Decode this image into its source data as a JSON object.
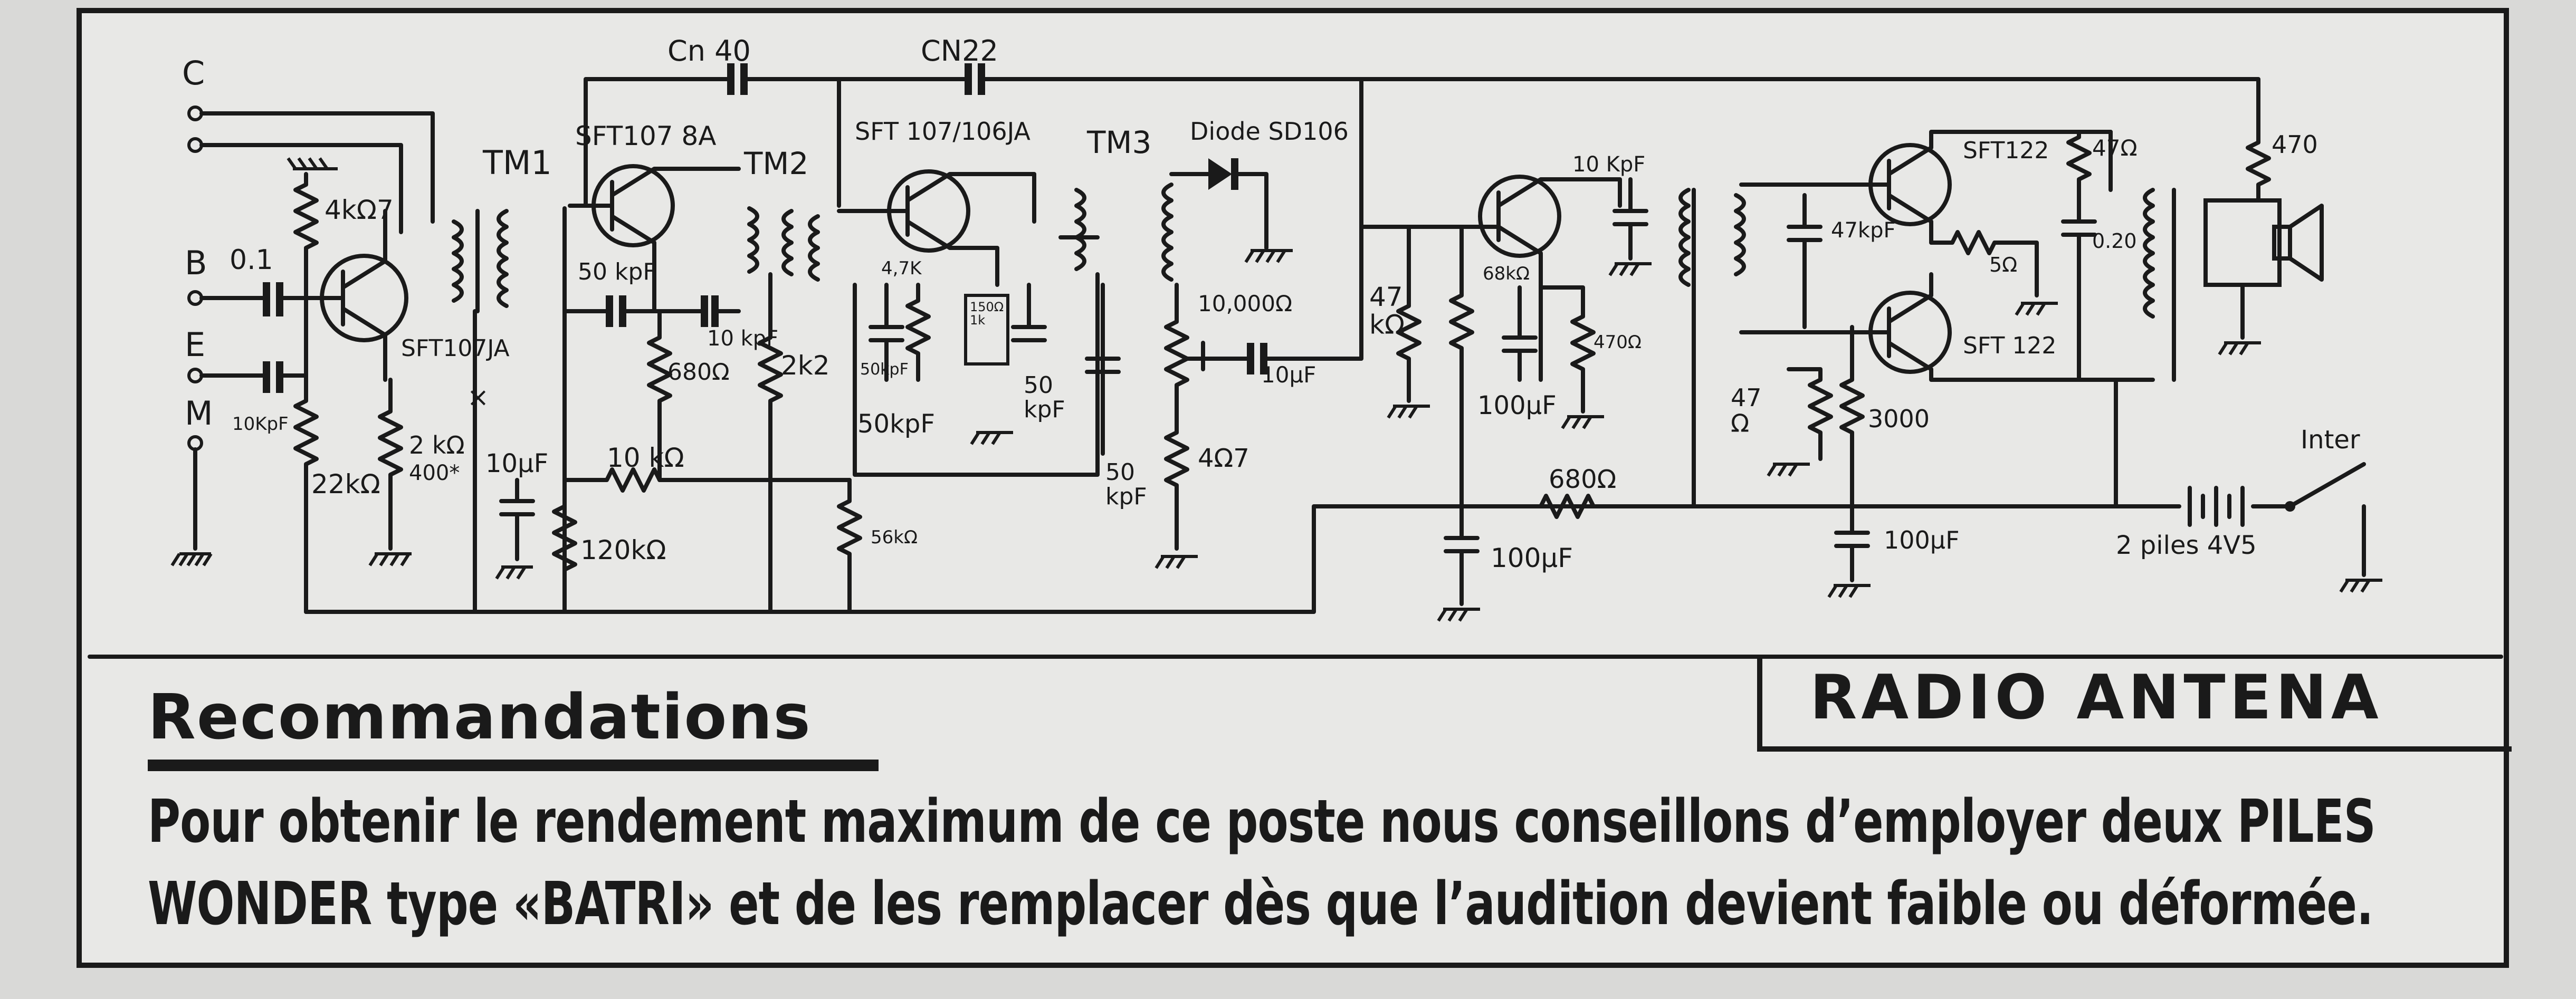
{
  "schematic": {
    "terminals": [
      "C",
      "B",
      "E",
      "M"
    ],
    "components": {
      "cn40": "Cn 40",
      "cn22": "CN22",
      "sft107_8a": "SFT107 8A",
      "sft107_106ja": "SFT 107/106JA",
      "diode": "Diode SD106",
      "tm1": "TM1",
      "tm2": "TM2",
      "tm3": "TM3",
      "c_01": "0.1",
      "r_4k7": "4kΩ7",
      "sft107ja": "SFT107JA",
      "c_10kpf_e": "10KpF",
      "r_22k": "22kΩ",
      "r_2k": "2 kΩ",
      "r_2k_sub": "400*",
      "c_50kpf_a": "50 kpF",
      "c_10kpf_b": "10 kpF",
      "r_680": "680Ω",
      "r_2k2": "2k2",
      "c_10uf_a": "10μF",
      "r_10k": "10 kΩ",
      "r_120k": "120kΩ",
      "r_4k7_b": "4,7K",
      "c_50kpf_b": "50kpF",
      "r_150": "150Ω\n1k",
      "c_50kpf_c": "50\nkpF",
      "r_56k": "56kΩ",
      "pot_10000": "10,000Ω",
      "c_10uf_b": "10μF",
      "c_50kpf_d": "50\nkpF",
      "r_4k7_c": "4Ω7",
      "r_47k": "47\nkΩ",
      "r_68k": "68kΩ",
      "c_10kpf_c": "10 KpF",
      "r_470": "470Ω",
      "c_100uf_a": "100μF",
      "r_680b": "680Ω",
      "c_100uf_b": "100μF",
      "sft122_a": "SFT122",
      "sft122_b": "SFT 122",
      "c_47kpf": "47kpF",
      "r_5": "5Ω",
      "r_47": "47Ω",
      "c_020": "0.20",
      "r_47_b": "47\nΩ",
      "r_3000": "3000",
      "c_100uf_c": "100μF",
      "r_470_spk": "470",
      "inter": "Inter",
      "batteries": "2 piles  4V5"
    }
  },
  "footer": {
    "title": "Recommandations",
    "brand": "RADIO ANTENA",
    "text_line1": "Pour obtenir le rendement maximum de ce poste nous  conseillons d’employer deux PILES",
    "text_line2": "WONDER type «BATRI» et de les remplacer dès que l’audition devient faible ou déformée."
  }
}
